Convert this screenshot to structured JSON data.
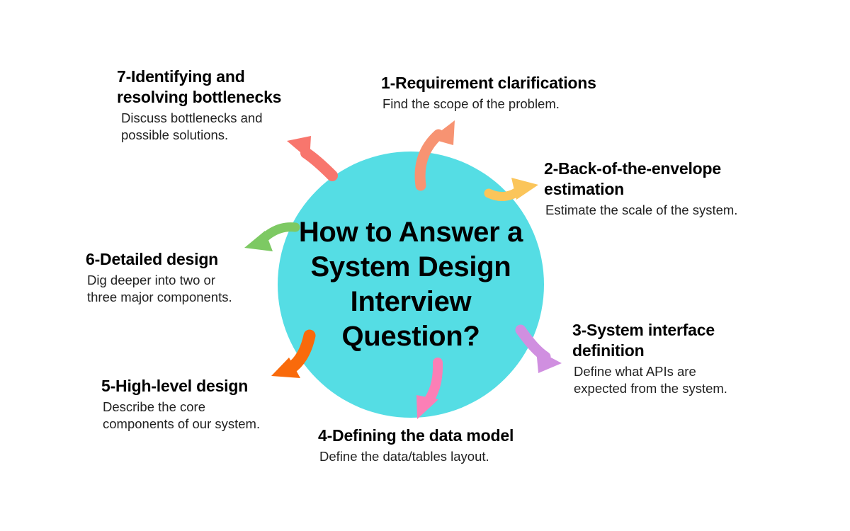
{
  "center": {
    "title": "How to Answer a\nSystem Design\nInterview Question?",
    "fill_color": "#55DDE4"
  },
  "steps": [
    {
      "id": 1,
      "title": "1-Requirement clarifications",
      "description": "Find the scope of the problem.",
      "arrow_color": "#F79372",
      "arrow_name": "arrow-to-step-1"
    },
    {
      "id": 2,
      "title": "2-Back-of-the-envelope\nestimation",
      "description": "Estimate the scale of the system.",
      "arrow_color": "#FBC55A",
      "arrow_name": "arrow-to-step-2"
    },
    {
      "id": 3,
      "title": "3-System interface\ndefinition",
      "description": "Define what APIs are\nexpected from the system.",
      "arrow_color": "#D08FE0",
      "arrow_name": "arrow-to-step-3"
    },
    {
      "id": 4,
      "title": "4-Defining the data model",
      "description": "Define the data/tables layout.",
      "arrow_color": "#FB7FB6",
      "arrow_name": "arrow-to-step-4"
    },
    {
      "id": 5,
      "title": "5-High-level design",
      "description": "Describe the core\ncomponents of our system.",
      "arrow_color": "#F96A0B",
      "arrow_name": "arrow-to-step-5"
    },
    {
      "id": 6,
      "title": "6-Detailed design",
      "description": "Dig deeper into two or\nthree major components.",
      "arrow_color": "#7DC963",
      "arrow_name": "arrow-to-step-6"
    },
    {
      "id": 7,
      "title": "7-Identifying and\nresolving bottlenecks",
      "description": "Discuss bottlenecks and\npossible solutions.",
      "arrow_color": "#F8766D",
      "arrow_name": "arrow-to-step-7"
    }
  ],
  "background_color": "#FFFFFF"
}
